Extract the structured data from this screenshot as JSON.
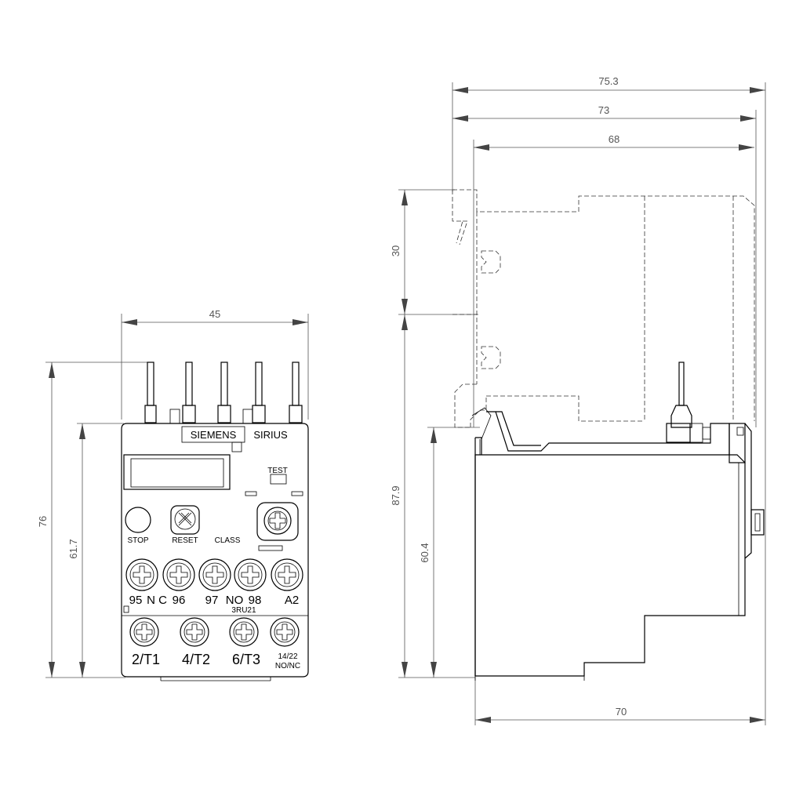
{
  "front_view": {
    "dimensions": {
      "width": "45",
      "height_total": "76",
      "height_body": "61.7"
    },
    "brand": "SIEMENS",
    "product": "SIRIUS",
    "buttons": {
      "test": "TEST",
      "stop": "STOP",
      "reset": "RESET",
      "class": "CLASS"
    },
    "aux_terminals": {
      "t95": "95",
      "nc": "N C",
      "t96": "96",
      "t97": "97",
      "no": "NO",
      "t98": "98",
      "a2": "A2"
    },
    "model": "3RU21",
    "main_terminals": {
      "t1": "2/T1",
      "t2": "4/T2",
      "t3": "6/T3",
      "aux_top": "14/22",
      "aux_bottom": "NO/NC"
    }
  },
  "side_view": {
    "dimensions": {
      "depth_max": "75.3",
      "depth_73": "73",
      "depth_68": "68",
      "mount_30": "30",
      "height_87_9": "87.9",
      "height_60_4": "60.4",
      "base_70": "70"
    }
  }
}
